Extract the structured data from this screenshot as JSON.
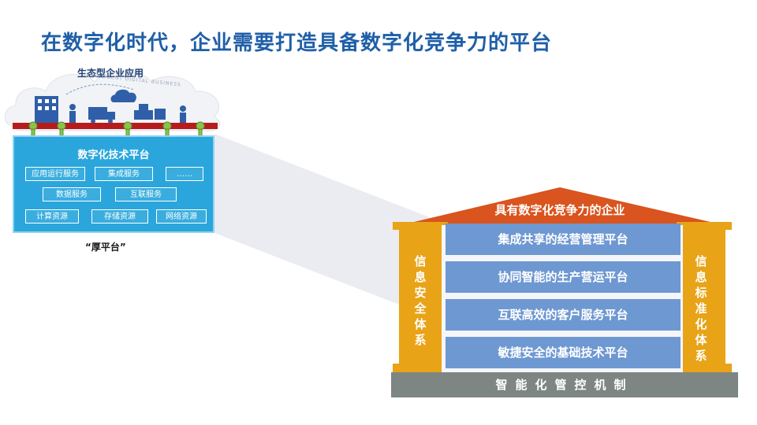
{
  "title": "在数字化时代，企业需要打造具备数字化竞争力的平台",
  "left_panel": {
    "eco_title": "生态型企业应用",
    "eco_subtitle": "INTELLIGENT DIGITAL BUSINESS",
    "platform_title": "数字化技术平台",
    "services": [
      "应用运行服务",
      "集成服务",
      "……",
      "数据服务",
      "互联服务",
      "计算资源",
      "存储资源",
      "网络资源"
    ],
    "caption": "“厚平台”",
    "colors": {
      "platform": "#2aa6dc",
      "rail": "#b71c1c"
    }
  },
  "house": {
    "roof_label": "具有数字化竞争力的企业",
    "bars": [
      "集成共享的经营管理平台",
      "协同智能的生产营运平台",
      "互联高效的客户服务平台",
      "敏捷安全的基础技术平台"
    ],
    "left_pillar": "信息安全体系",
    "right_pillar": "信息标准化体系",
    "base": "智能化管控机制",
    "colors": {
      "roof": "#d9541e",
      "pillar": "#e8a317",
      "bar": "#6e98d2",
      "base": "#7d8683"
    }
  }
}
